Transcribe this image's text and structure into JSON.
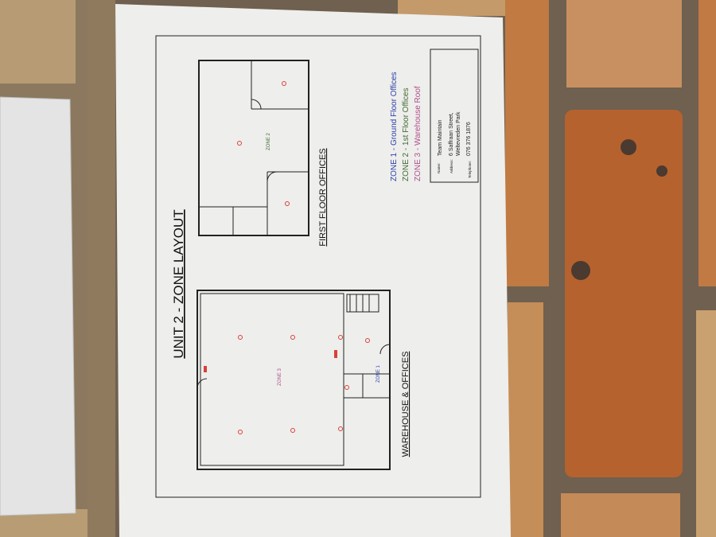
{
  "plan": {
    "title": "UNIT 2 - ZONE LAYOUT",
    "first_floor_heading": "FIRST FLOOR OFFICES",
    "warehouse_heading": "WAREHOUSE & OFFICES",
    "zone1_label": "ZONE 1",
    "zone2_label": "ZONE 2",
    "zone3_label": "ZONE 3"
  },
  "legend": [
    {
      "text": "ZONE 1 - Ground Floor Offices",
      "color": "#2a3ea8"
    },
    {
      "text": "ZONE 2 - 1st Floor Offices",
      "color": "#3f6b2e"
    },
    {
      "text": "ZONE 3 - Warehouse Roof",
      "color": "#b0508a"
    }
  ],
  "info": {
    "name_label": "Name:",
    "name_value": "Team Maintain",
    "address_label": "Address:",
    "address_line1": "6 Saffraan Street,",
    "address_line2": "Weltevreden Park",
    "telephone_label": "Telephone:",
    "telephone_value": "076 376 1876"
  },
  "colors": {
    "brick": "#b86a34",
    "mortar": "#6f604f",
    "paper": "#eeeeec",
    "marker": "#d9403a"
  }
}
